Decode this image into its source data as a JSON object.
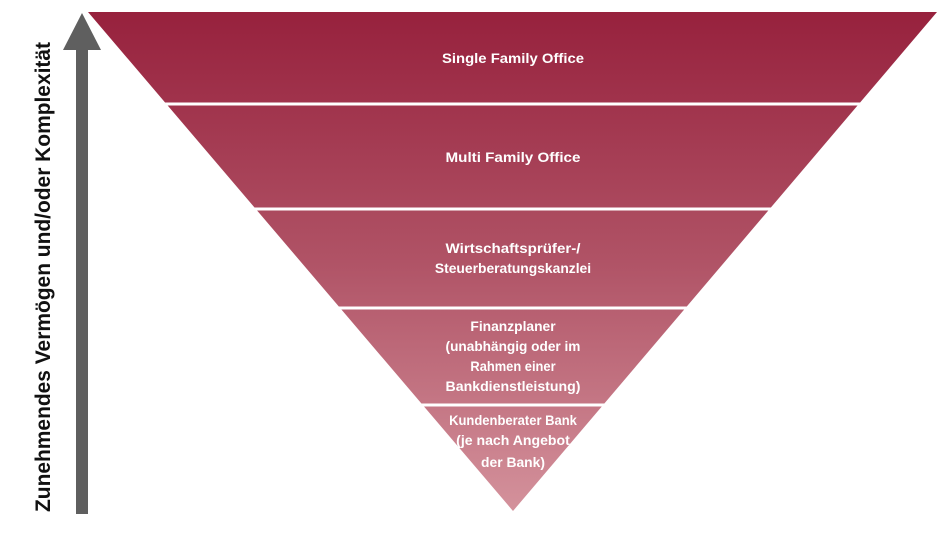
{
  "axis_label": "Zunehmendes Vermögen und/oder Komplexität",
  "levels": [
    {
      "lines": [
        "Single Family Office"
      ],
      "color": "#9a2540"
    },
    {
      "lines": [
        "Multi Family Office"
      ],
      "color": "#a23a52"
    },
    {
      "lines": [
        "Wirtschaftsprüfer-/",
        "Steuerberatungskanzlei"
      ],
      "color": "#ad5266"
    },
    {
      "lines": [
        "Finanzplaner",
        "(unabhängig oder im",
        "Rahmen einer",
        "Bankdienstleistung)"
      ],
      "color": "#bc6b7b"
    },
    {
      "lines": [
        "Kundenberater Bank",
        "(je nach Angebot",
        "der Bank)"
      ],
      "color": "#c9818e"
    }
  ],
  "colors": {
    "arrow": "#5f5f5f"
  }
}
